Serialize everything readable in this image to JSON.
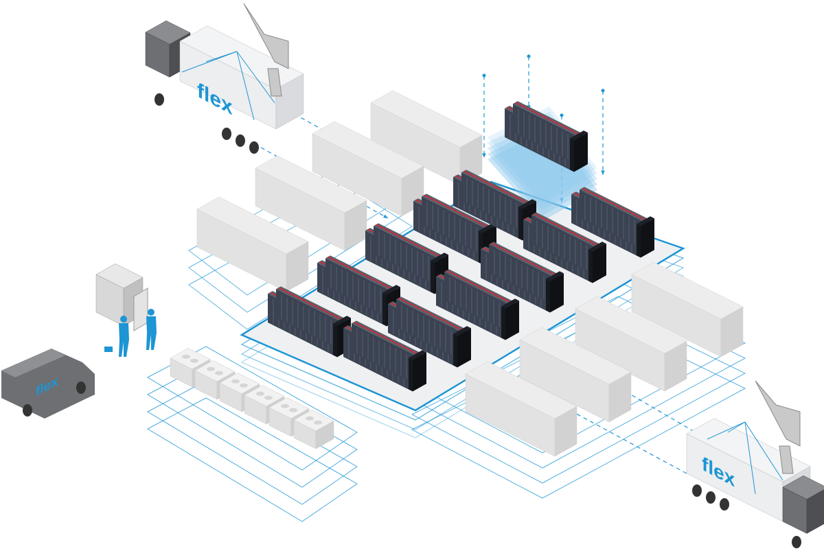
{
  "logos": {
    "truck_top": "flex",
    "truck_bottom_right": "flex",
    "van": "flex"
  },
  "colors": {
    "accent_blue": "#1e95d4",
    "light_blue": "#8cc8ec",
    "container_gray": "#e6e6e6",
    "rack_dark": "#3b4352",
    "rack_red": "#e0262b",
    "vehicle_gray": "#6d6f73"
  },
  "icons": [
    "truck-icon",
    "crane-icon",
    "van-icon",
    "technician-icon",
    "electrical-cabinet-icon",
    "chiller-icon",
    "server-rack-icon",
    "shipping-container-icon"
  ]
}
